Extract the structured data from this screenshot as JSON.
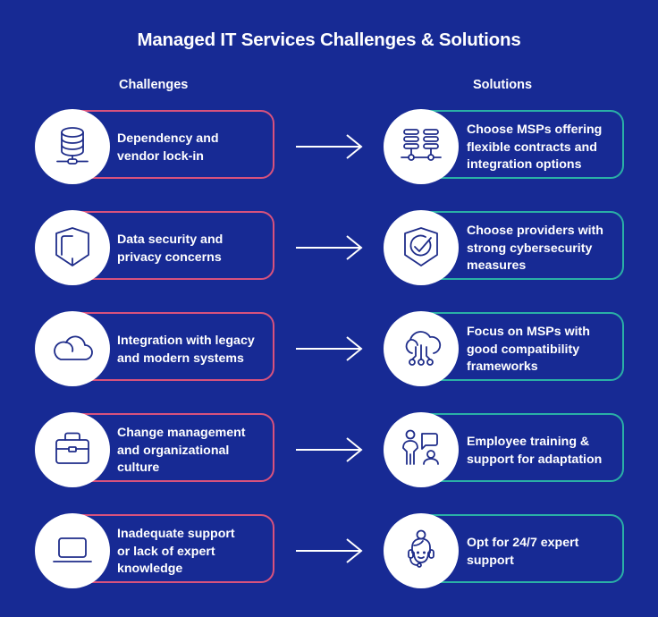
{
  "title": "Managed IT Services Challenges & Solutions",
  "columns": {
    "challenges": "Challenges",
    "solutions": "Solutions"
  },
  "colors": {
    "background": "#172a94",
    "challenge_border": "#d8527d",
    "solution_border": "#2ab0a6",
    "icon_stroke": "#1f2d8a",
    "text": "#ffffff"
  },
  "rows": [
    {
      "challenge": {
        "icon": "database-network-icon",
        "text": "Dependency and\nvendor lock-in"
      },
      "solution": {
        "icon": "server-racks-network-icon",
        "text": "Choose MSPs offering\nflexible contracts and\nintegration options"
      }
    },
    {
      "challenge": {
        "icon": "shield-icon",
        "text": "Data security and\nprivacy concerns"
      },
      "solution": {
        "icon": "shield-check-icon",
        "text": "Choose providers with\nstrong cybersecurity\nmeasures"
      }
    },
    {
      "challenge": {
        "icon": "cloud-icon",
        "text": "Integration with legacy\nand modern systems"
      },
      "solution": {
        "icon": "cloud-network-icon",
        "text": "Focus on MSPs with\ngood compatibility\nframeworks"
      }
    },
    {
      "challenge": {
        "icon": "toolbox-icon",
        "text": "Change management\nand organizational\nculture"
      },
      "solution": {
        "icon": "people-chat-icon",
        "text": "Employee training &\nsupport for adaptation"
      }
    },
    {
      "challenge": {
        "icon": "laptop-icon",
        "text": "Inadequate support\nor lack of expert\nknowledge"
      },
      "solution": {
        "icon": "support-agent-headset-icon",
        "text": "Opt for 24/7 expert\nsupport"
      }
    }
  ]
}
